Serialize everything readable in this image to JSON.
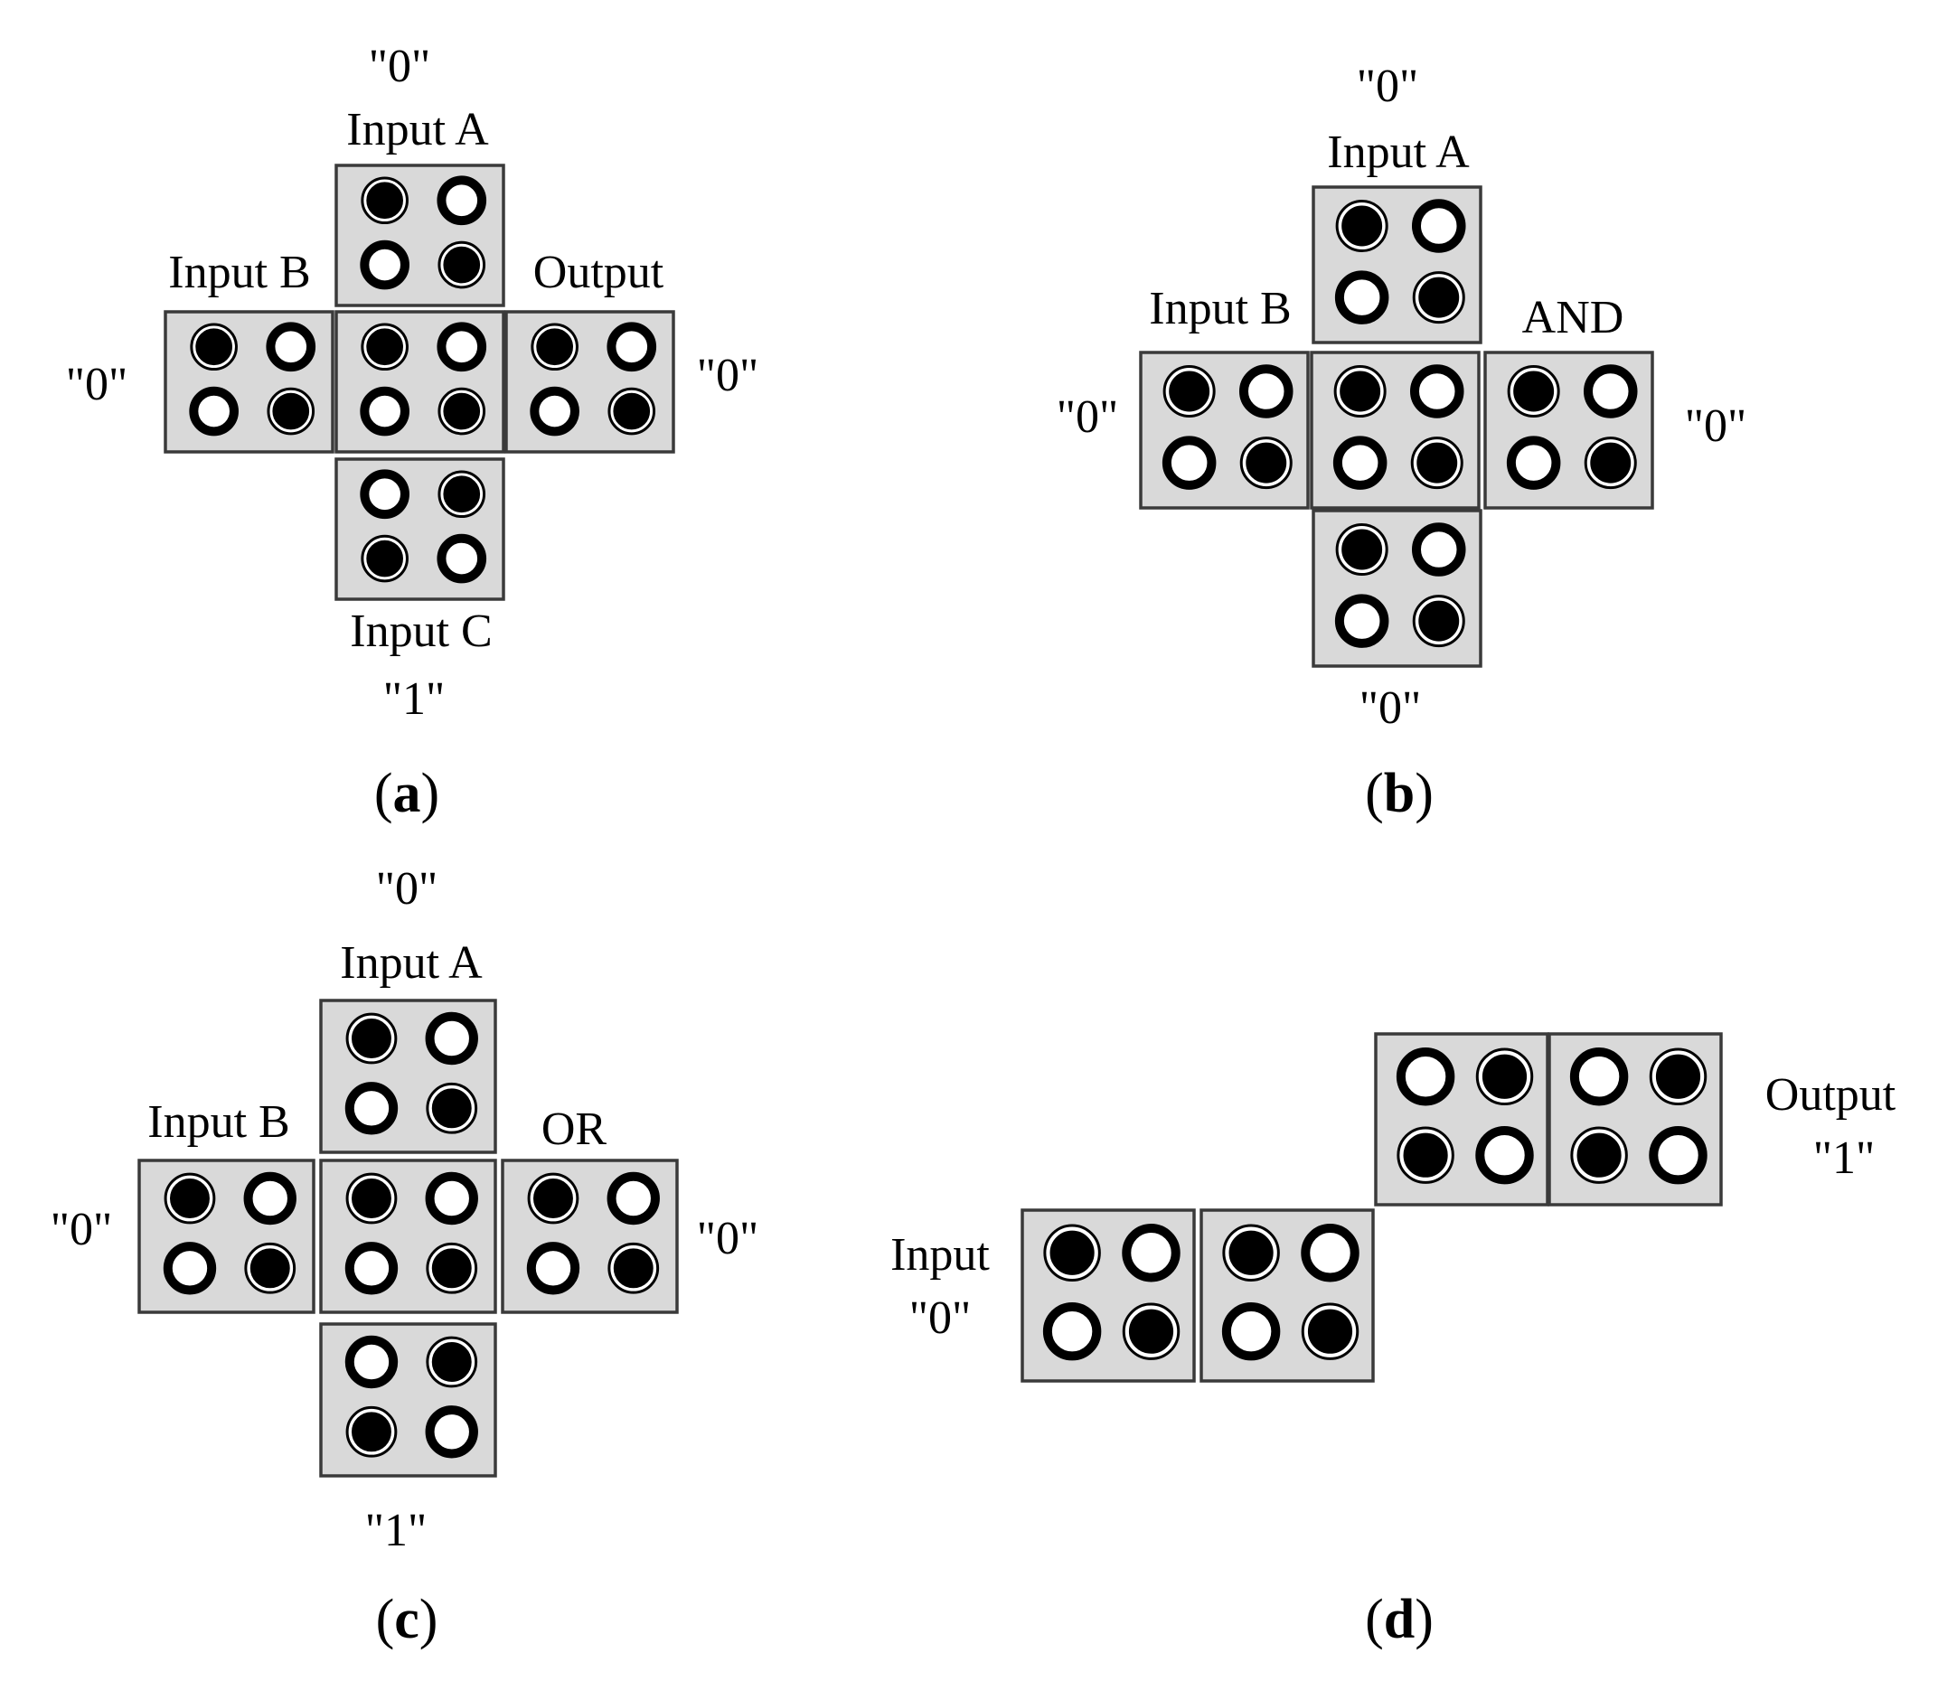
{
  "panels": {
    "a": {
      "caption_letter": "a",
      "labels": {
        "top_value": "\"0\"",
        "top_name": "Input A",
        "left_name": "Input B",
        "left_value": "\"0\"",
        "right_name": "Output",
        "right_value": "\"0\"",
        "bottom_name": "Input C",
        "bottom_value": "\"1\""
      }
    },
    "b": {
      "caption_letter": "b",
      "labels": {
        "top_value": "\"0\"",
        "top_name": "Input A",
        "left_name": "Input B",
        "left_value": "\"0\"",
        "right_name": "AND",
        "right_value": "\"0\"",
        "bottom_value": "\"0\""
      }
    },
    "c": {
      "caption_letter": "c",
      "labels": {
        "top_value": "\"0\"",
        "top_name": "Input A",
        "left_name": "Input B",
        "left_value": "\"0\"",
        "right_name": "OR",
        "right_value": "\"0\"",
        "bottom_value": "\"1\""
      }
    },
    "d": {
      "caption_letter": "d",
      "labels": {
        "input_name": "Input",
        "input_value": "\"0\"",
        "output_name": "Output",
        "output_value": "\"1\""
      }
    }
  },
  "cell_patterns": {
    "P": "top-left and bottom-right dots black; top-right and bottom-left dots white",
    "Q": "top-left and bottom-right dots white; top-right and bottom-left dots black"
  },
  "cells": {
    "a": [
      "P",
      "P",
      "P",
      "P",
      "Q"
    ],
    "b": [
      "P",
      "P",
      "P",
      "P",
      "P"
    ],
    "c": [
      "P",
      "P",
      "P",
      "P",
      "Q"
    ],
    "d": [
      "P",
      "P",
      "Q",
      "Q"
    ]
  },
  "colors": {
    "cell_fill": "#d9d9d9",
    "cell_border": "#3a3a3a",
    "dot_on": "#000000",
    "dot_off": "#ffffff"
  }
}
